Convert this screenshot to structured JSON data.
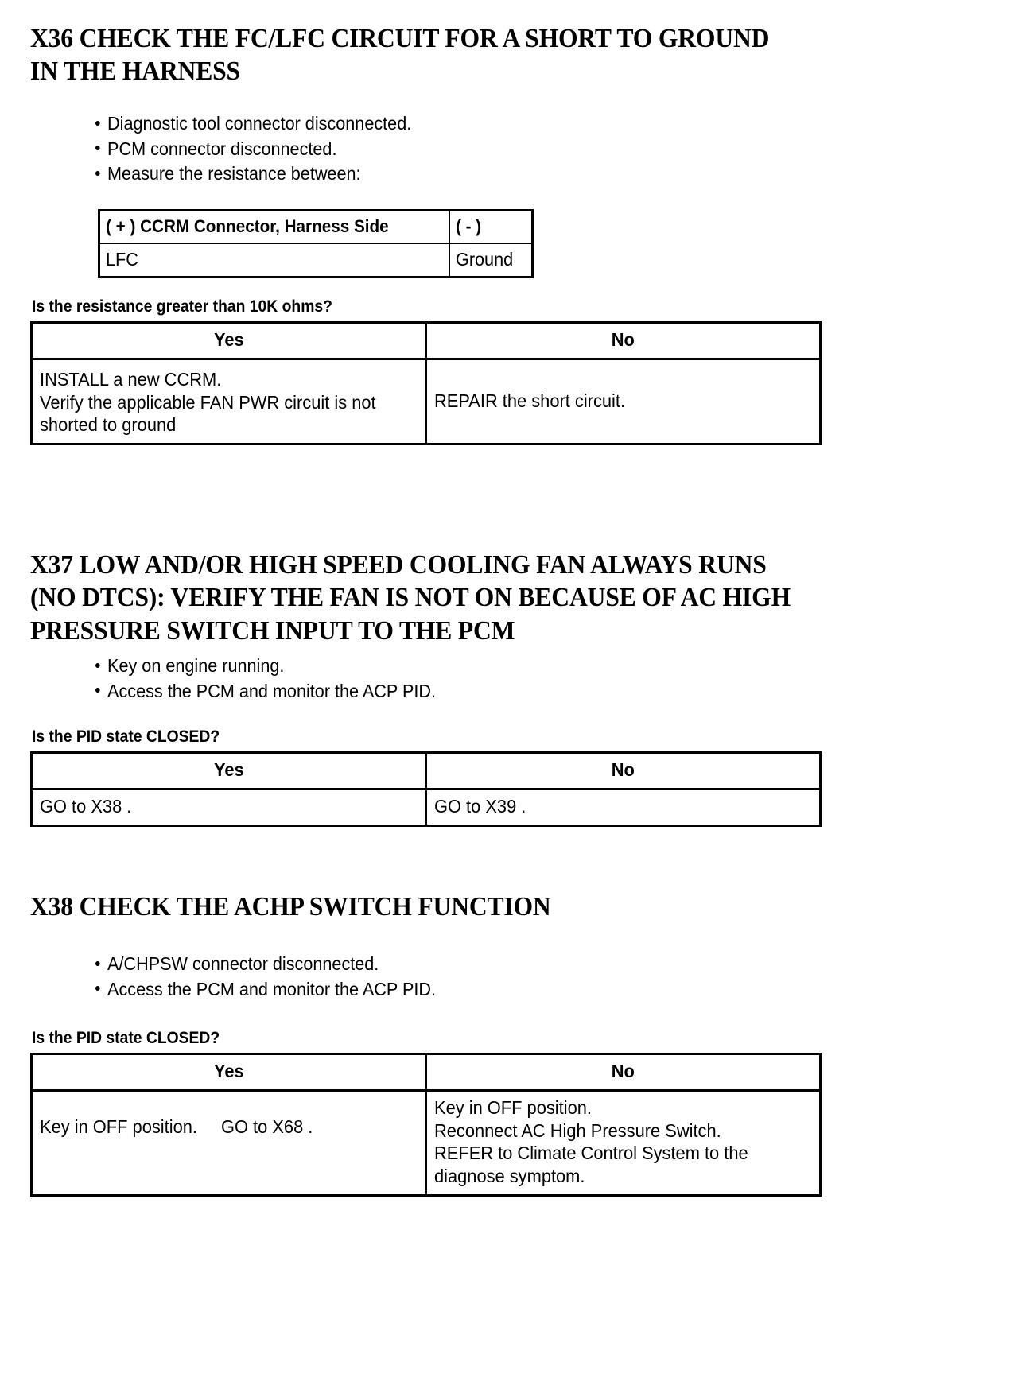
{
  "document": {
    "type": "automotive-diagnostic-procedure",
    "sections": [
      {
        "id": "X36",
        "heading": "X36 CHECK THE FC/LFC CIRCUIT FOR A SHORT TO GROUND IN THE HARNESS",
        "heading_lines": [
          "X36 CHECK THE FC/LFC CIRCUIT FOR A SHORT TO GROUND",
          "IN THE HARNESS"
        ],
        "bullets": [
          "Diagnostic tool connector disconnected.",
          "PCM connector disconnected.",
          "Measure the resistance between:"
        ],
        "measure_table": {
          "headers": [
            "( + ) CCRM Connector, Harness Side",
            "( - )"
          ],
          "rows": [
            [
              "LFC",
              "Ground"
            ]
          ]
        },
        "question": "Is the resistance greater than 10K ohms?",
        "decision_table": {
          "headers": [
            "Yes",
            "No"
          ],
          "yes_lines": [
            "INSTALL a new CCRM.",
            "",
            "Verify the applicable FAN PWR circuit is not",
            "shorted to ground"
          ],
          "no_lines": [
            "REPAIR the short circuit."
          ]
        }
      },
      {
        "id": "X37",
        "heading": "X37 LOW AND/OR HIGH SPEED COOLING FAN ALWAYS RUNS (NO DTCS): VERIFY THE FAN IS NOT ON BECAUSE OF AC HIGH PRESSURE SWITCH INPUT TO THE PCM",
        "heading_lines": [
          "X37 LOW AND/OR HIGH SPEED COOLING FAN ALWAYS RUNS",
          "(NO DTCS): VERIFY THE FAN IS NOT ON BECAUSE OF AC HIGH",
          "PRESSURE SWITCH INPUT TO THE PCM"
        ],
        "bullets": [
          "Key on engine running.",
          "Access the PCM and monitor the ACP PID."
        ],
        "question": "Is the PID state CLOSED?",
        "decision_table": {
          "headers": [
            "Yes",
            "No"
          ],
          "yes_lines": [
            "GO to X38 ."
          ],
          "no_lines": [
            "GO to X39 ."
          ]
        }
      },
      {
        "id": "X38",
        "heading": "X38 CHECK THE ACHP SWITCH FUNCTION",
        "heading_lines": [
          "X38 CHECK THE ACHP SWITCH FUNCTION"
        ],
        "bullets": [
          "A/CHPSW connector disconnected.",
          "Access the PCM and monitor the ACP PID."
        ],
        "question": "Is the PID state CLOSED?",
        "decision_table": {
          "headers": [
            "Yes",
            "No"
          ],
          "yes_lines": [
            "Key in OFF position.",
            "",
            "GO to X68 ."
          ],
          "no_lines": [
            "Key in OFF position.",
            "Reconnect AC High Pressure Switch.",
            "",
            "REFER to Climate Control System to the",
            "diagnose symptom."
          ]
        }
      }
    ]
  },
  "colors": {
    "text": "#000000",
    "background": "#ffffff",
    "rule": "#000000"
  }
}
